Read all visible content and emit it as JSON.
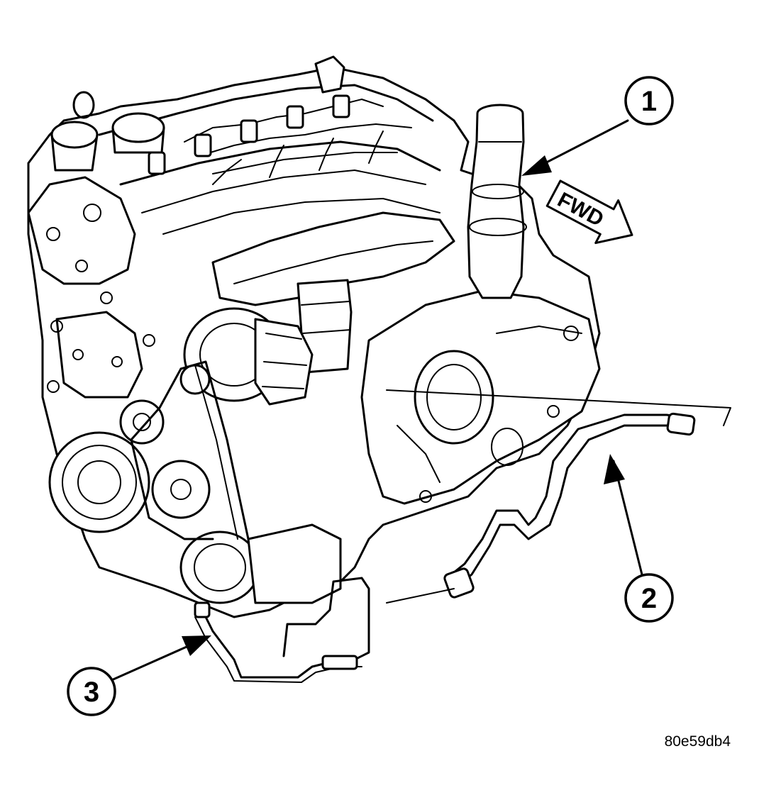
{
  "diagram": {
    "callouts": [
      {
        "id": "1",
        "label": "1"
      },
      {
        "id": "2",
        "label": "2"
      },
      {
        "id": "3",
        "label": "3"
      }
    ],
    "direction_label": "FWD",
    "figure_code": "80e59db4"
  }
}
